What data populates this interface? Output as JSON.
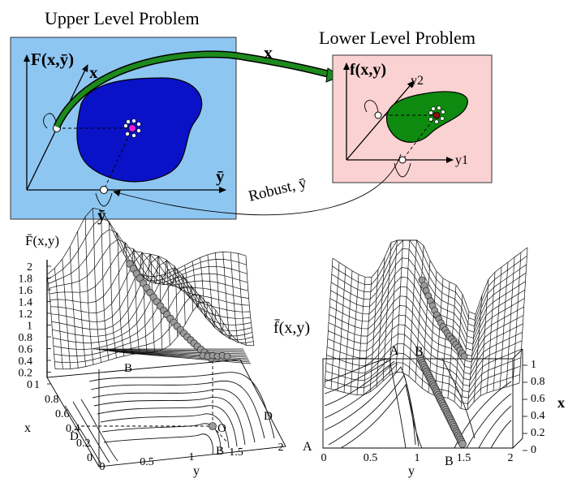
{
  "top": {
    "upper_title": "Upper Level Problem",
    "lower_title": "Lower Level Problem",
    "upper_axis_F": "F(x,ȳ)",
    "upper_axis_x": "x",
    "upper_axis_y": "ȳ",
    "upper_axis_y_bottom": "ȳ",
    "arrow_label_x": "x",
    "robust_label": "Robust, ȳ",
    "lower_axis_f": "f(x,y)",
    "lower_axis_y2": "y2",
    "lower_axis_y1": "y1",
    "colors": {
      "upper_bg": "#8ec6f2",
      "upper_region": "#0a12c8",
      "lower_bg": "#fad2d2",
      "lower_region": "#0f8a10",
      "arrow": "#1d8a1d",
      "upper_center_dot": "#e81adf",
      "lower_center_dot": "#8c1010"
    }
  },
  "left_plot": {
    "zlabel": "F̄(x,y)",
    "xlabel": "x",
    "ylabel": "y",
    "z_ticks": [
      "2",
      "1.8",
      "1.6",
      "1.4",
      "1.2",
      "1",
      "0.8",
      "0.6",
      "0.4",
      "0.2",
      "0"
    ],
    "x_ticks": [
      "1",
      "0.8",
      "0.6",
      "0.4",
      "0.2",
      "0"
    ],
    "y_ticks": [
      "0",
      "0.5",
      "1",
      "1.5",
      "2"
    ],
    "labels": {
      "B_top": "B",
      "D_left": "D",
      "D_right": "D",
      "O": "O",
      "B_bottom": "B"
    }
  },
  "right_plot": {
    "zlabel": "f̄(x,y)",
    "xlabel": "x",
    "ylabel": "y",
    "x_ticks": [
      "1",
      "0.8",
      "0.6",
      "0.4",
      "0.2",
      "0"
    ],
    "y_ticks": [
      "0",
      "0.5",
      "1",
      "1.5",
      "2"
    ],
    "labels": {
      "A_top": "A",
      "B_top": "B",
      "A_left": "A",
      "B_bottom": "B"
    }
  }
}
